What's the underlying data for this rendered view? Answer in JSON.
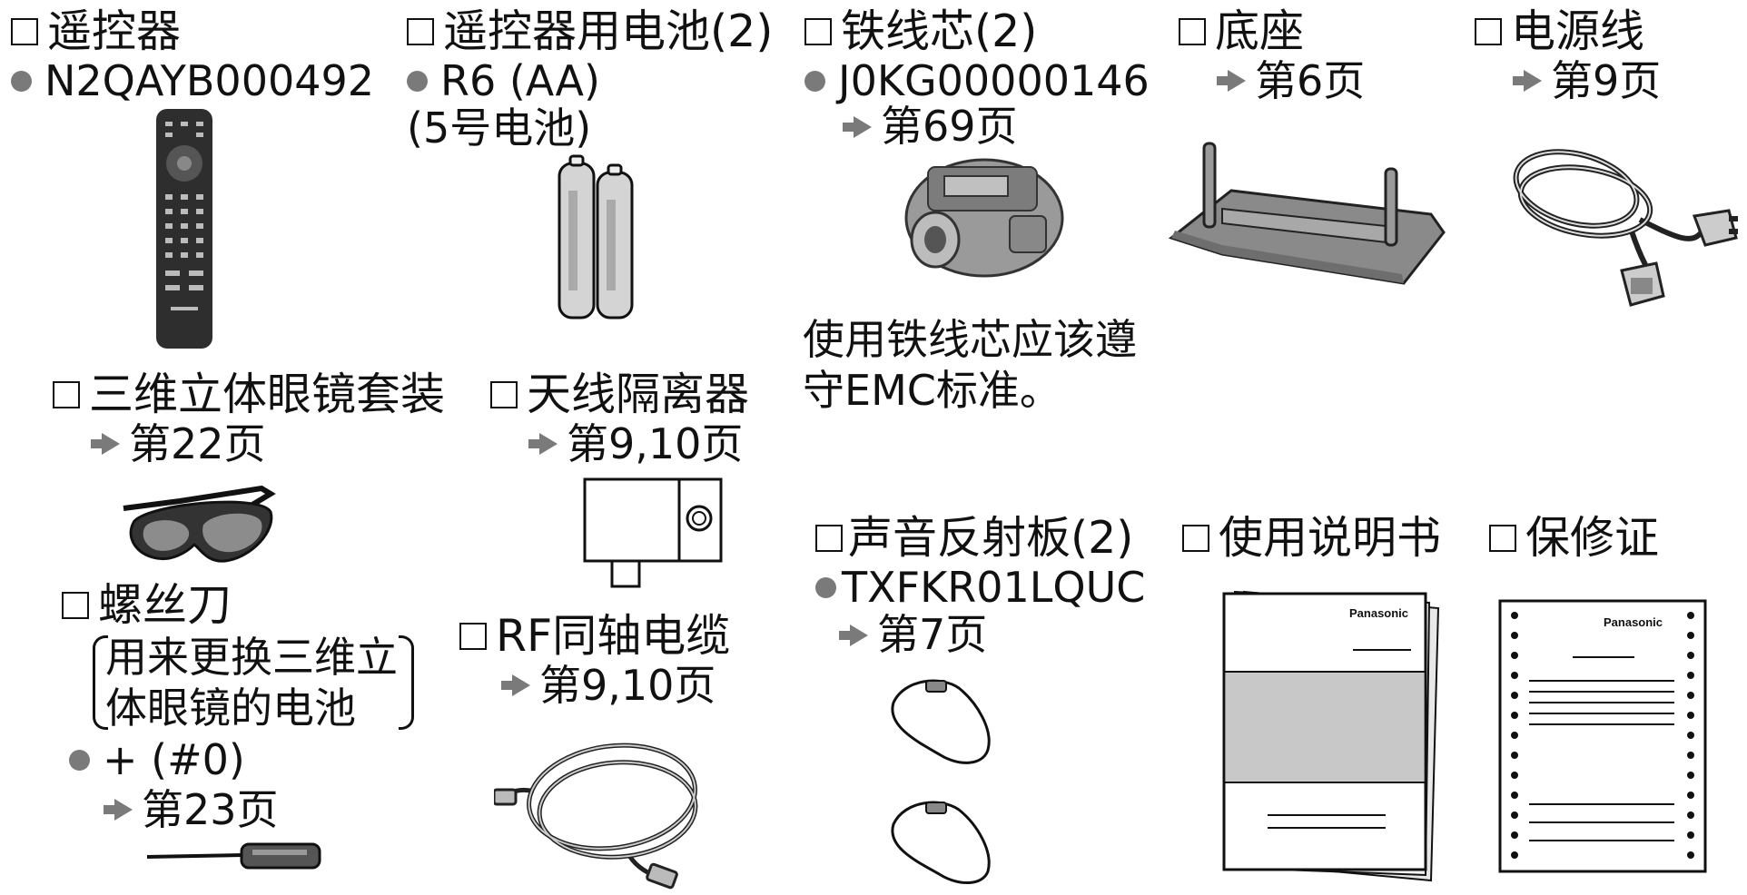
{
  "items": {
    "remote": {
      "title": "遥控器",
      "model": "N2QAYB000492",
      "image": "remote-control-icon"
    },
    "batteries": {
      "title": "遥控器用电池(2)",
      "model": "R6 (AA)",
      "note": "(5号电池)",
      "image": "battery-icon"
    },
    "ferrite": {
      "title": "铁线芯(2)",
      "model": "J0KG00000146",
      "ref": "第69页",
      "note_lines": [
        "使用铁线芯应该遵",
        "守EMC标准。"
      ],
      "image": "ferrite-core-icon"
    },
    "stand": {
      "title": "底座",
      "ref": "第6页",
      "image": "tv-stand-icon"
    },
    "power_cord": {
      "title": "电源线",
      "ref": "第9页",
      "image": "power-cord-icon"
    },
    "glasses": {
      "title": "三维立体眼镜套装",
      "ref": "第22页",
      "image": "3d-glasses-icon"
    },
    "isolator": {
      "title": "天线隔离器",
      "ref": "第9,10页",
      "image": "antenna-isolator-icon"
    },
    "screwdriver": {
      "title": "螺丝刀",
      "paren_lines": [
        "用来更换三维立",
        "体眼镜的电池"
      ],
      "model": "+ (#0)",
      "ref": "第23页",
      "image": "screwdriver-icon"
    },
    "rf_cable": {
      "title": "RF同轴电缆",
      "ref": "第9,10页",
      "image": "coax-cable-icon"
    },
    "reflector": {
      "title": "声音反射板(2)",
      "model": "TXFKR01LQUC",
      "ref": "第7页",
      "image": "sound-reflector-icon"
    },
    "manual": {
      "title": "使用说明书",
      "brand": "Panasonic",
      "image": "manual-icon"
    },
    "warranty": {
      "title": "保修证",
      "brand": "Panasonic",
      "image": "warranty-card-icon"
    }
  }
}
